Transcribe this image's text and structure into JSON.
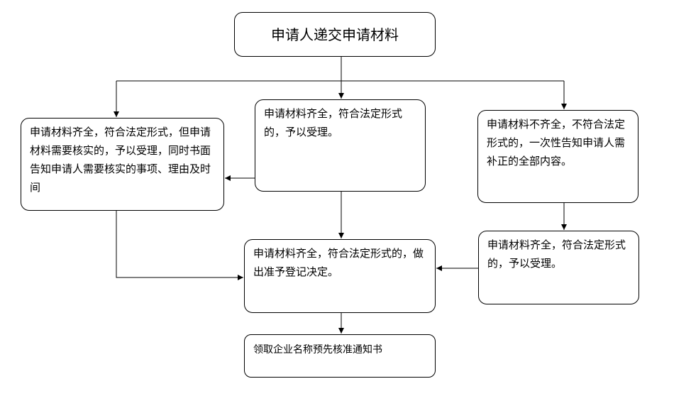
{
  "nodes": {
    "top": "申请人递交申请材料",
    "left": "申请材料齐全，符合法定形式，但申请材料需要核实的，予以受理，同时书面告知申请人需要核实的事项、理由及时间",
    "mid": "申请材料齐全，符合法定形式的，予以受理。",
    "right1": "申请材料不齐全，不符合法定形式的，一次性告知申请人需补正的全部内容。",
    "center": "申请材料齐全，符合法定形式的，做出准予登记决定。",
    "right2": "申请材料齐全，符合法定形式的，予以受理。",
    "final": "领取企业名称预先核准通知书"
  },
  "colors": {
    "stroke": "#000000",
    "background": "#ffffff"
  }
}
